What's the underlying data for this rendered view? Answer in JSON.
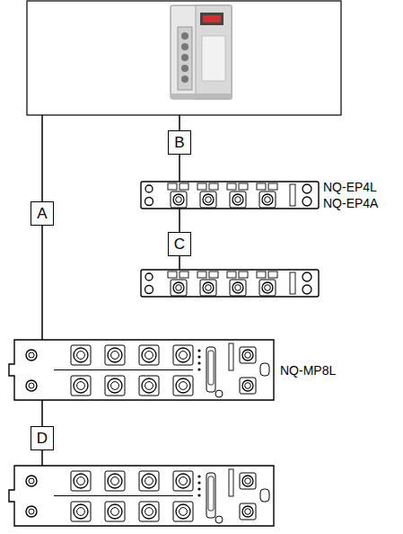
{
  "diagram": {
    "nodes": [
      {
        "text": [
          "B"
        ]
      },
      {
        "text": [
          "A"
        ]
      },
      {
        "text": [
          "C"
        ]
      },
      {
        "text": [
          "D"
        ]
      }
    ],
    "labels": [
      "NQ-EP4L",
      "NQ-EP4A",
      "NQ-MP8L"
    ]
  }
}
